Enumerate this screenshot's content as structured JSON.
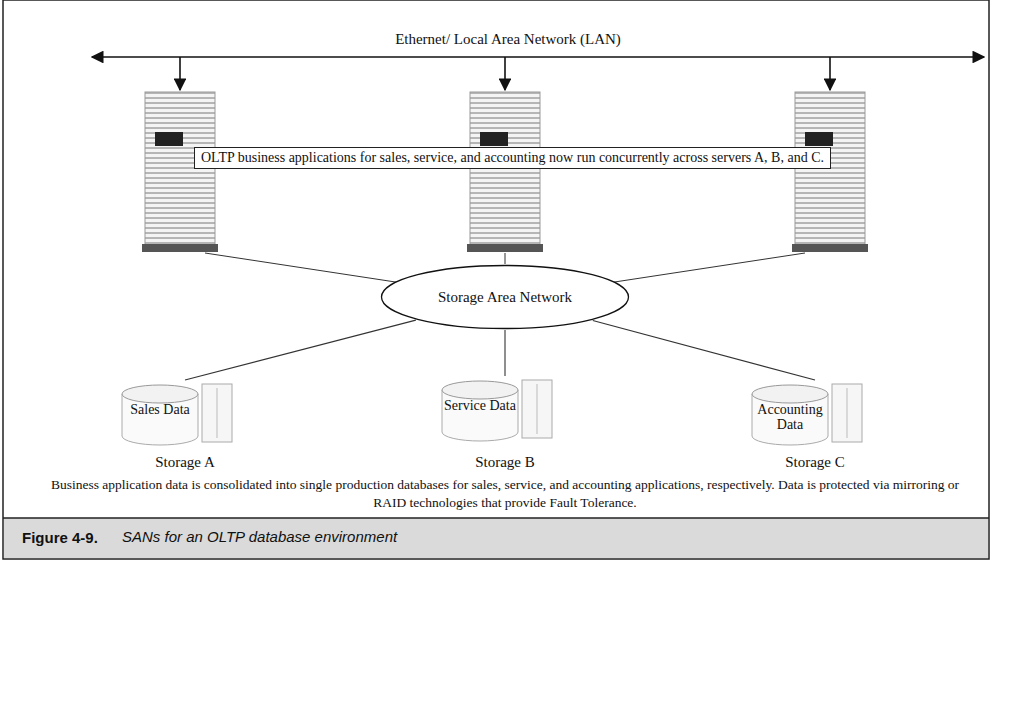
{
  "diagram": {
    "caption": "SANs for an OLTP database environment",
    "nodes": [
      {
        "text": [
          "OLTP business applications for sales, service, and accounting now run concurrently across servers A, B, and C."
        ]
      },
      {
        "text": [
          "Storage Area Network"
        ]
      },
      {
        "text": [
          "Sales Data",
          "Storage A"
        ]
      },
      {
        "text": [
          "Service Data",
          "Storage B"
        ]
      },
      {
        "text": [
          "Accounting Data",
          "Storage C"
        ]
      }
    ],
    "edges": [
      {
        "from": 1,
        "to": 2,
        "arrow": "none"
      },
      {
        "from": 1,
        "to": 3,
        "arrow": "none"
      },
      {
        "from": 1,
        "to": 4,
        "arrow": "none"
      }
    ],
    "labels": [
      "Ethernet/ Local Area Network (LAN)",
      "Business application data is consolidated into single production databases for sales, service, and accounting applications, respectively. Data is protected via mirroring or RAID technologies that provide Fault Tolerance.",
      "Figure 4-9."
    ]
  }
}
